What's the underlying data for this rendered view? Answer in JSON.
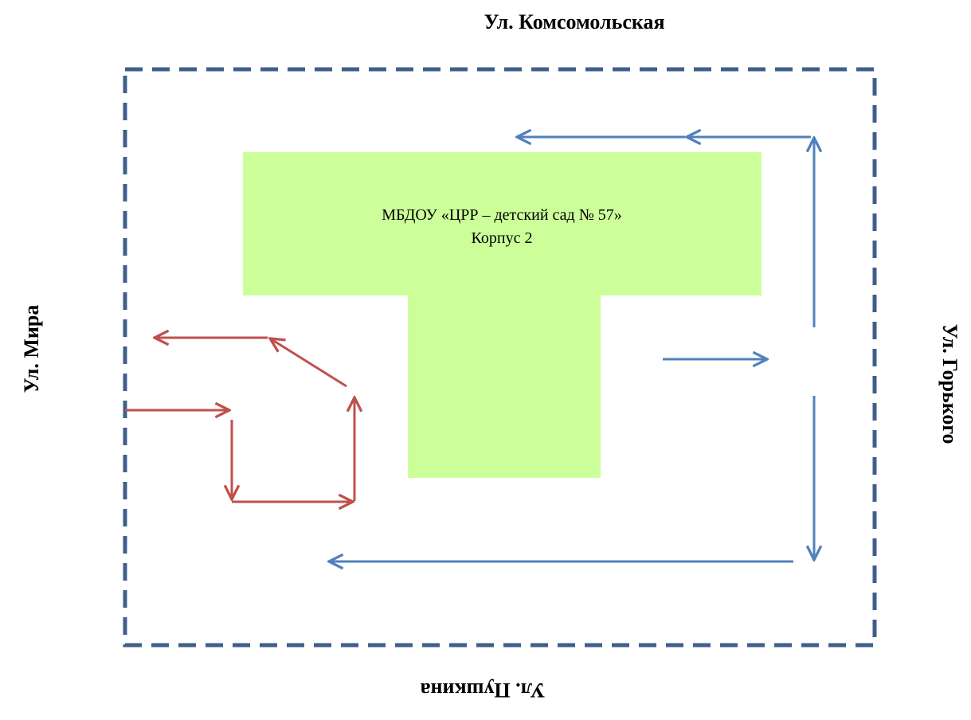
{
  "streets": {
    "top": "Ул. Комсомольская",
    "left": "Ул. Мира",
    "right": "Ул. Горького",
    "bottom": "Ул. Пушкина"
  },
  "building": {
    "line1": "МБДОУ «ЦРР – детский сад № 57»",
    "line2": "Корпус 2"
  },
  "colors": {
    "boundary": "#3f5f8a",
    "building_fill": "#ccff99",
    "blue_route": "#4f81bd",
    "red_route": "#c0504d"
  }
}
